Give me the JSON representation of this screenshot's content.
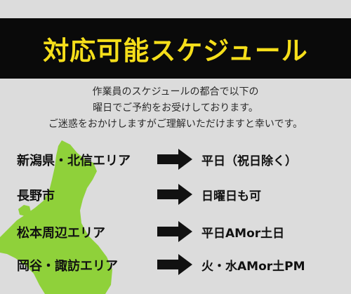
{
  "banner": {
    "title": "対応可能スケジュール",
    "colors": {
      "background": "#0a0a0a",
      "text": "#f5de1a"
    }
  },
  "intro": {
    "lines": [
      "作業員のスケジュールの都合で以下の",
      "曜日でご予約をお受けしております。",
      "ご迷惑をおかけしますがご理解いただけますと幸いです。"
    ]
  },
  "map": {
    "icon": "region-map-icon",
    "color": "#8fd13a"
  },
  "schedule": [
    {
      "area": "新潟県・北信エリア",
      "days": "平日（祝日除く）",
      "icon": "right-arrow-icon"
    },
    {
      "area": "長野市",
      "days": "日曜日も可",
      "icon": "right-arrow-icon"
    },
    {
      "area": "松本周辺エリア",
      "days": "平日AMor土日",
      "icon": "right-arrow-icon"
    },
    {
      "area": "岡谷・諏訪エリア",
      "days": "火・水AMor土PM",
      "icon": "right-arrow-icon"
    }
  ]
}
